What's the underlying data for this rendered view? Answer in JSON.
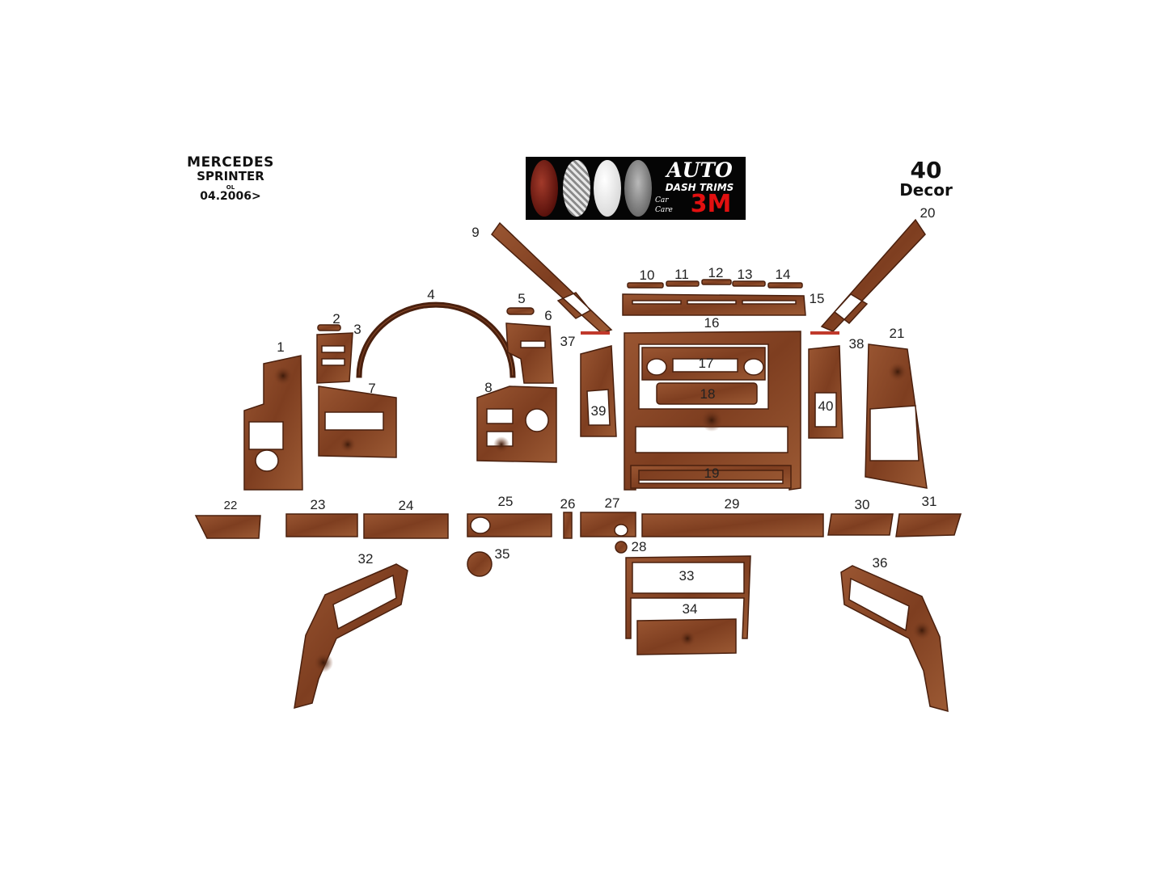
{
  "header": {
    "make": "MERCEDES",
    "model": "SPRINTER",
    "sub": "OL",
    "date": "04.2006>",
    "piece_count": "40",
    "decor": "Decor"
  },
  "logo": {
    "line1": "AUTO",
    "line2": "DASH TRIMS",
    "line3": "Car Care",
    "line4": "3M"
  },
  "colors": {
    "wood": "#8a4a2a",
    "wood_dark": "#5a2a14",
    "wood_light": "#a86a40",
    "outline": "#3a1a0a",
    "accent_red": "#c0392b"
  },
  "pieces": [
    "1",
    "2",
    "3",
    "4",
    "5",
    "6",
    "7",
    "8",
    "9",
    "10",
    "11",
    "12",
    "13",
    "14",
    "15",
    "16",
    "17",
    "18",
    "19",
    "20",
    "21",
    "22",
    "23",
    "24",
    "25",
    "26",
    "27",
    "28",
    "29",
    "30",
    "31",
    "32",
    "33",
    "34",
    "35",
    "36",
    "37",
    "38",
    "39",
    "40"
  ]
}
